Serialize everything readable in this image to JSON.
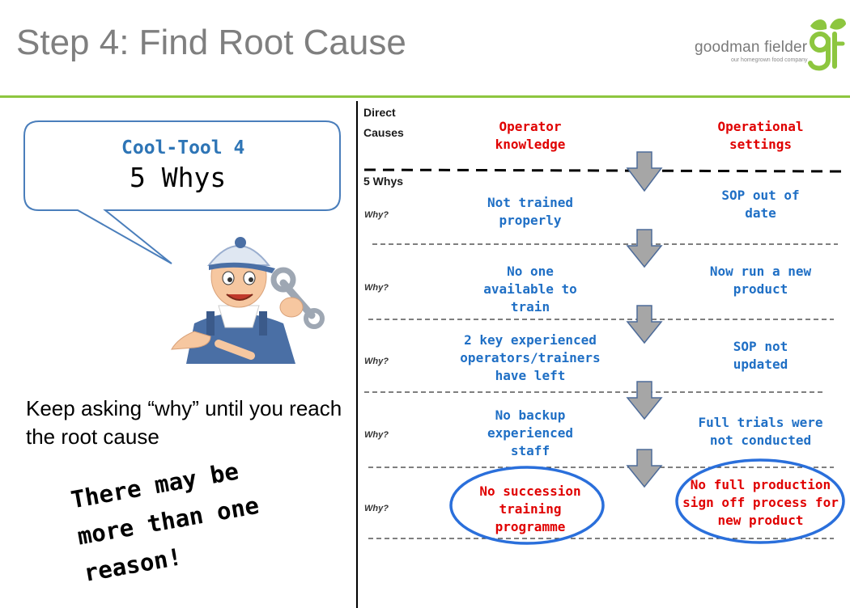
{
  "slide": {
    "title": "Step 4: Find Root Cause",
    "logo": {
      "name": "goodman fielder",
      "tagline": "our homegrown food company",
      "brand_color": "#8dc63f"
    },
    "callout": {
      "tool_name": "Cool-Tool 4",
      "tool_title": "5 Whys",
      "border_color": "#4a7ebb"
    },
    "instruction": "Keep asking “why” until you reach the root cause",
    "note_lines": [
      "There may be",
      "more than one",
      "reason!"
    ]
  },
  "table": {
    "direct_label_1": "Direct",
    "direct_label_2": "Causes",
    "whys_label": "5 Whys",
    "why_label": "Why?",
    "columns": [
      {
        "direct_cause": [
          "Operator",
          "knowledge"
        ],
        "whys": [
          [
            "Not trained",
            "properly"
          ],
          [
            "No one",
            "available to",
            "train"
          ],
          [
            "2 key experienced",
            "operators/trainers",
            "have left"
          ],
          [
            "No backup",
            "experienced",
            "staff"
          ],
          [
            "No succession",
            "training",
            "programme"
          ]
        ]
      },
      {
        "direct_cause": [
          "Operational",
          "settings"
        ],
        "whys": [
          [
            "SOP out of",
            "date"
          ],
          [
            "Now run a new",
            "product"
          ],
          [
            "SOP not",
            "updated"
          ],
          [
            "Full trials were",
            "not conducted"
          ],
          [
            "No full production",
            "sign off process for",
            "new product"
          ]
        ]
      }
    ],
    "colors": {
      "why_text": "#1f6fc5",
      "root_cause_text": "#e00000",
      "root_cause_circle": "#2a6fdb",
      "arrow_fill": "#a6a6a6"
    }
  }
}
